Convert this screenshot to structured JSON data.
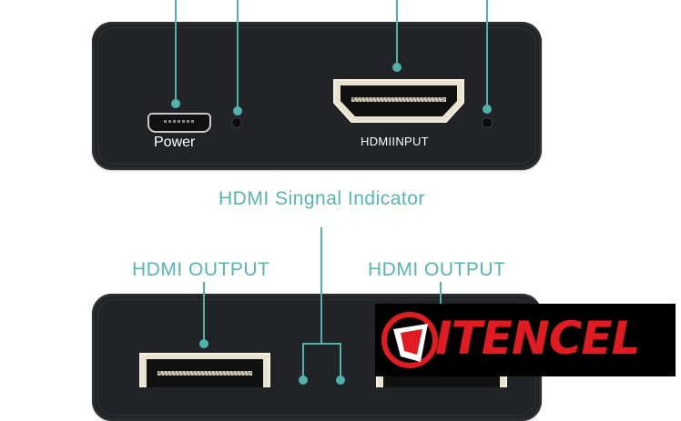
{
  "labels": {
    "power": "Power",
    "hdmi_input": "HDMIINPUT",
    "signal_indicator": "HDMI Singnal Indicator",
    "hdmi_output_left": "HDMI OUTPUT",
    "hdmi_output_right": "HDMI OUTPUT"
  },
  "logo": {
    "text": "ITENCEL"
  },
  "colors": {
    "accent_teal": "#4fb3ab",
    "device_body": "#222326",
    "logo_red": "#e11b22",
    "logo_background": "#000000"
  }
}
